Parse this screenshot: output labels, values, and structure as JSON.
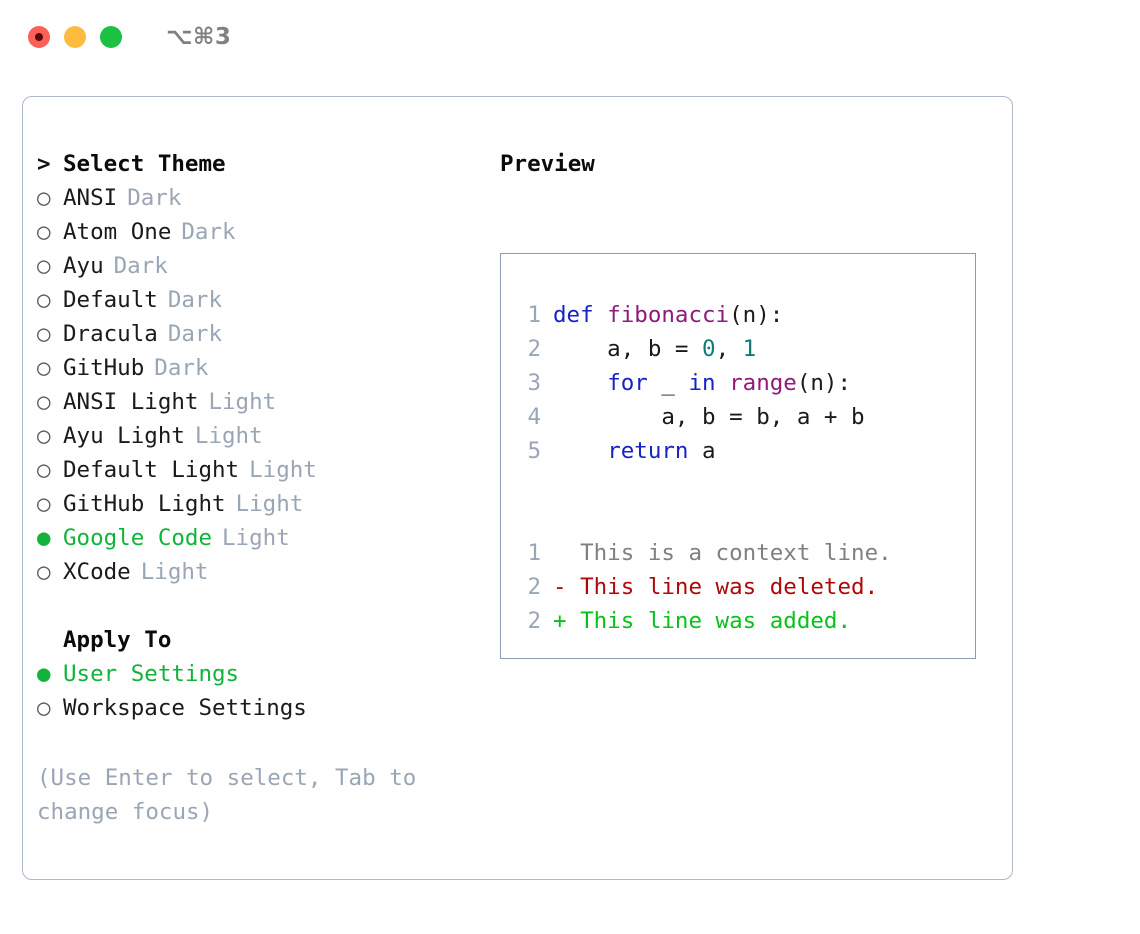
{
  "window": {
    "title": "⌥⌘3",
    "controls": [
      {
        "name": "close",
        "color": "#fc6058"
      },
      {
        "name": "minimize",
        "color": "#fdbc40"
      },
      {
        "name": "maximize",
        "color": "#1bc142"
      }
    ]
  },
  "theme_picker": {
    "heading": "Select Theme",
    "heading_marker": ">",
    "items": [
      {
        "label": "ANSI",
        "tag": "Dark",
        "selected": false,
        "marker": "○"
      },
      {
        "label": "Atom One",
        "tag": "Dark",
        "selected": false,
        "marker": "○"
      },
      {
        "label": "Ayu",
        "tag": "Dark",
        "selected": false,
        "marker": "○"
      },
      {
        "label": "Default",
        "tag": "Dark",
        "selected": false,
        "marker": "○"
      },
      {
        "label": "Dracula",
        "tag": "Dark",
        "selected": false,
        "marker": "○"
      },
      {
        "label": "GitHub",
        "tag": "Dark",
        "selected": false,
        "marker": "○"
      },
      {
        "label": "ANSI Light",
        "tag": "Light",
        "selected": false,
        "marker": "○"
      },
      {
        "label": "Ayu Light",
        "tag": "Light",
        "selected": false,
        "marker": "○"
      },
      {
        "label": "Default Light",
        "tag": "Light",
        "selected": false,
        "marker": "○"
      },
      {
        "label": "GitHub Light",
        "tag": "Light",
        "selected": false,
        "marker": "○"
      },
      {
        "label": "Google Code",
        "tag": "Light",
        "selected": true,
        "marker": "●"
      },
      {
        "label": "XCode",
        "tag": "Light",
        "selected": false,
        "marker": "○"
      }
    ]
  },
  "apply_to": {
    "heading": "Apply To",
    "items": [
      {
        "label": "User Settings",
        "selected": true,
        "marker": "●"
      },
      {
        "label": "Workspace Settings",
        "selected": false,
        "marker": "○"
      }
    ]
  },
  "hint": {
    "line1": "(Use Enter to select, Tab to",
    "line2": "change focus)"
  },
  "preview": {
    "title": "Preview",
    "code_lines": [
      {
        "number": "1",
        "tokens": [
          {
            "text": "def ",
            "type": "kw"
          },
          {
            "text": "fibonacci",
            "type": "fn"
          },
          {
            "text": "(n):",
            "type": "pl"
          }
        ]
      },
      {
        "number": "2",
        "tokens": [
          {
            "text": "    a, b = ",
            "type": "pl"
          },
          {
            "text": "0",
            "type": "num"
          },
          {
            "text": ", ",
            "type": "pl"
          },
          {
            "text": "1",
            "type": "num"
          }
        ]
      },
      {
        "number": "3",
        "tokens": [
          {
            "text": "    ",
            "type": "pl"
          },
          {
            "text": "for",
            "type": "kw"
          },
          {
            "text": " _ ",
            "type": "pl"
          },
          {
            "text": "in",
            "type": "kw"
          },
          {
            "text": " ",
            "type": "pl"
          },
          {
            "text": "range",
            "type": "fn"
          },
          {
            "text": "(n):",
            "type": "pl"
          }
        ]
      },
      {
        "number": "4",
        "tokens": [
          {
            "text": "        a, b = b, a + b",
            "type": "pl"
          }
        ]
      },
      {
        "number": "5",
        "tokens": [
          {
            "text": "    ",
            "type": "pl"
          },
          {
            "text": "return",
            "type": "kw"
          },
          {
            "text": " a",
            "type": "pl"
          }
        ]
      }
    ],
    "diff_lines": [
      {
        "number": "1",
        "sign": " ",
        "text": "This is a context line.",
        "kind": "ctx"
      },
      {
        "number": "2",
        "sign": "-",
        "text": "This line was deleted.",
        "kind": "del"
      },
      {
        "number": "2",
        "sign": "+",
        "text": "This line was added.",
        "kind": "add"
      }
    ]
  },
  "colors": {
    "accent_green": "#12b33b",
    "muted": "#9aa6b6",
    "keyword": "#1723c4",
    "function": "#8e1b7c",
    "number": "#0a7d78",
    "diff_add": "#0ac01b",
    "diff_del": "#b00808",
    "diff_ctx": "#808080",
    "panel_border": "#aeb8c6",
    "code_border": "#8d9cb0"
  }
}
